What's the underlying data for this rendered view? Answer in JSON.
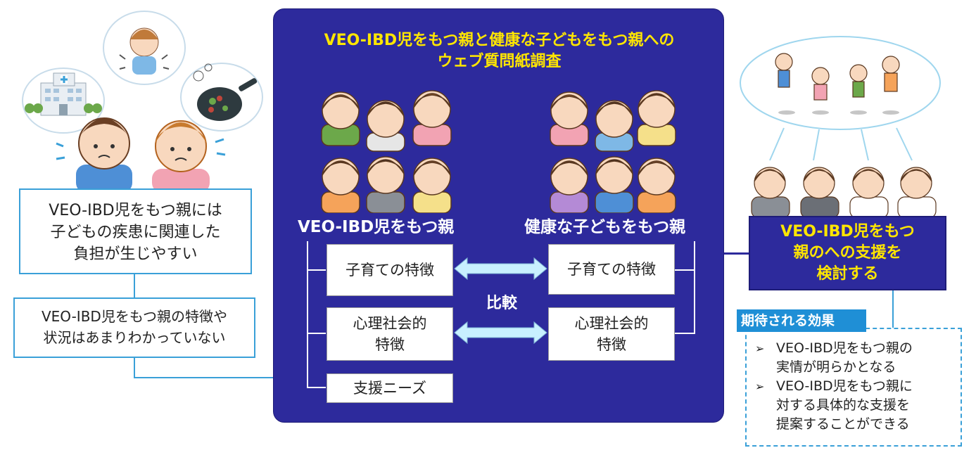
{
  "left": {
    "burden_box": [
      "VEO-IBD児をもつ親には",
      "子どもの疾患に関連した",
      "負担が生じやすい"
    ],
    "unknown_box": [
      "VEO-IBD児をもつ親の特徴や",
      "状況はあまりわかっていない"
    ]
  },
  "center": {
    "title": [
      "VEO-IBD児をもつ親と健康な子どもをもつ親への",
      "ウェブ質問紙調査"
    ],
    "group_veo": "VEO-IBD児をもつ親",
    "group_healthy": "健康な子どもをもつ親",
    "veo_items": [
      {
        "lines": [
          "子育ての特徴"
        ]
      },
      {
        "lines": [
          "心理社会的",
          "特徴"
        ]
      },
      {
        "lines": [
          "支援ニーズ"
        ]
      }
    ],
    "healthy_items": [
      {
        "lines": [
          "子育ての特徴"
        ]
      },
      {
        "lines": [
          "心理社会的",
          "特徴"
        ]
      }
    ],
    "compare_label": "比較"
  },
  "right": {
    "support_box": [
      "VEO-IBD児をもつ",
      "親のへの支援を",
      "検討する"
    ],
    "effects_label": "期待される効果",
    "effects": [
      {
        "lines": [
          "VEO-IBD児をもつ親の",
          "実情が明らかとなる"
        ]
      },
      {
        "lines": [
          "VEO-IBD児をもつ親に",
          "対する具体的な支援を",
          "提案することができる"
        ]
      }
    ]
  },
  "colors": {
    "panel": "#2d2a9c",
    "title_text": "#ffe600",
    "connector": "#3aa0d8",
    "arrow": "#c8f0ff",
    "effects_label": "#1f8fd6"
  },
  "icons": {
    "arrow": "double-headed-arrow",
    "bullet": "➢"
  }
}
